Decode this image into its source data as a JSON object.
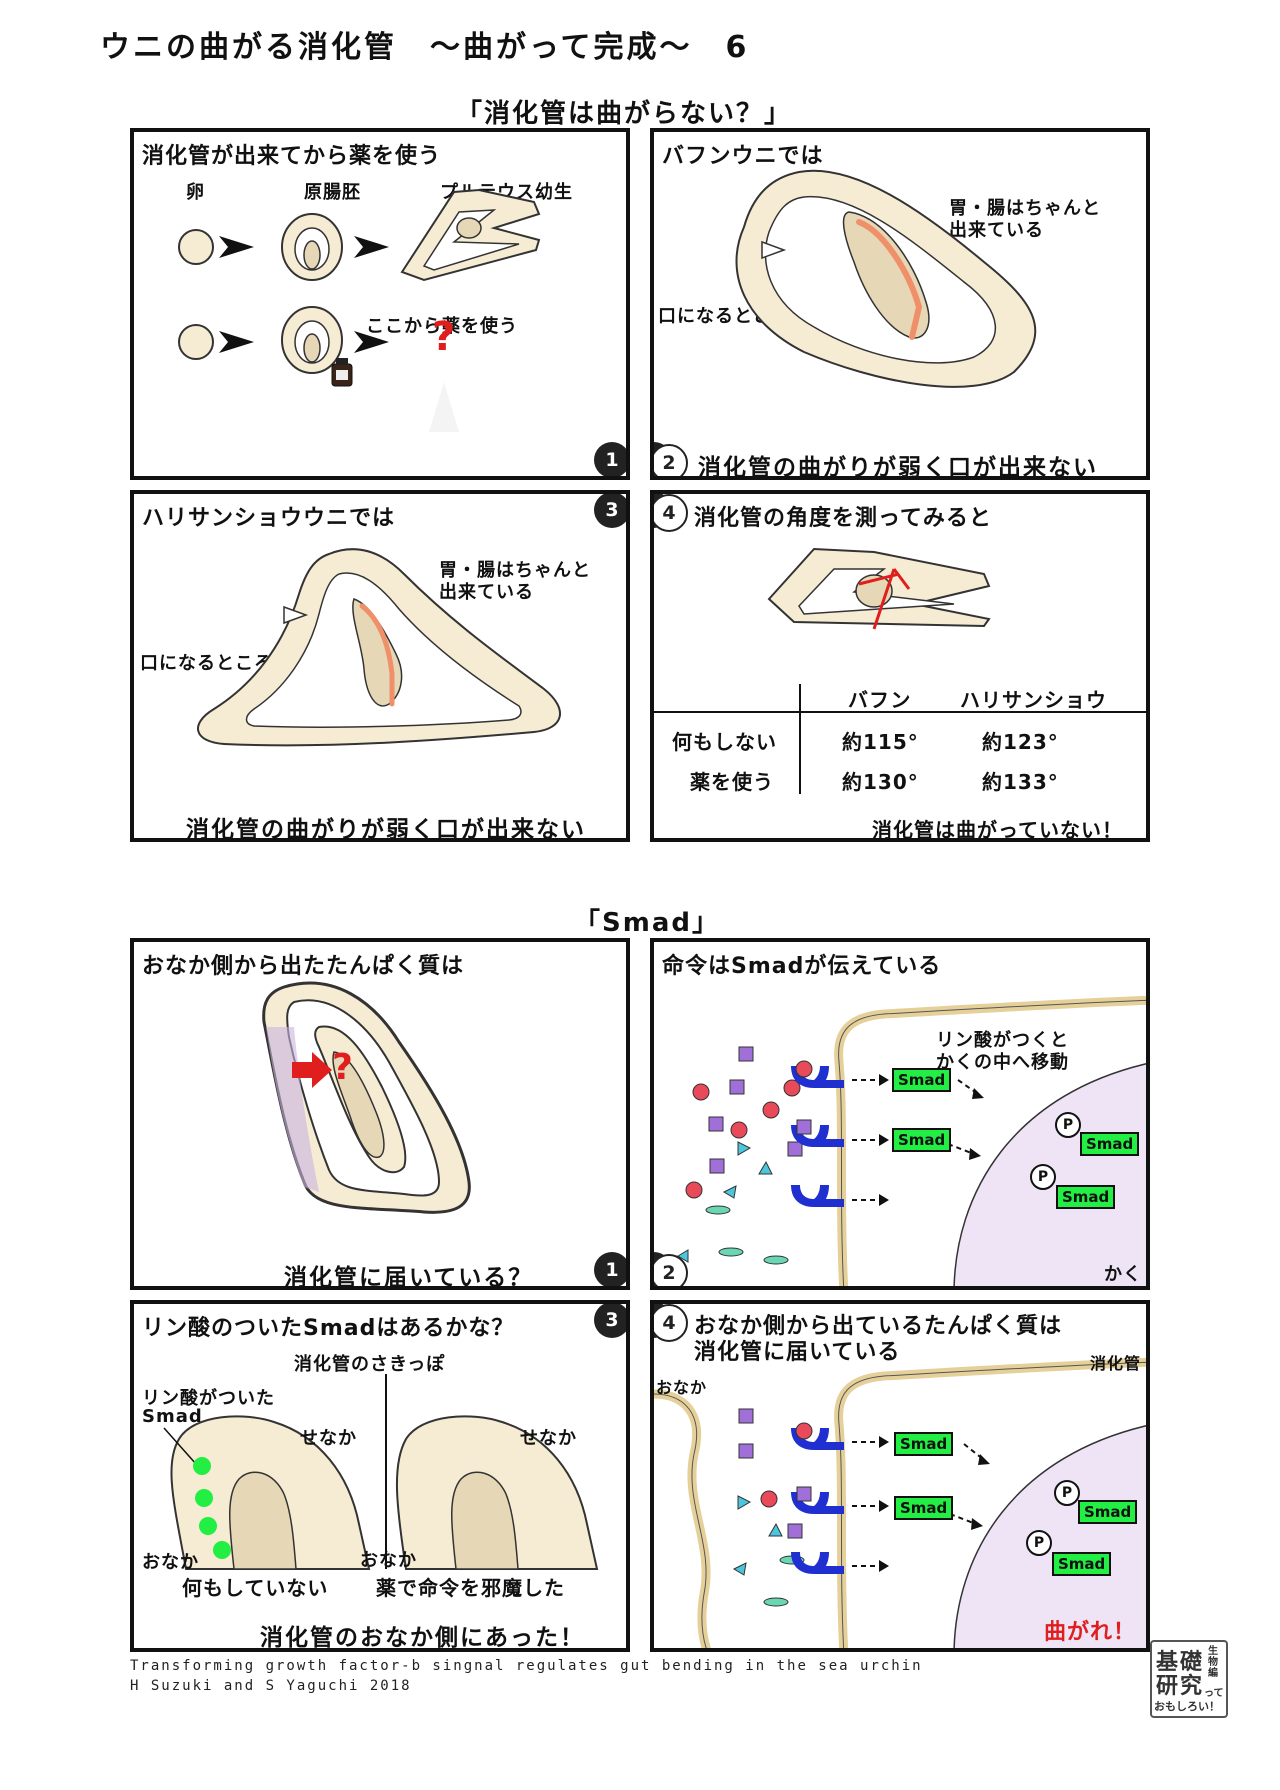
{
  "page_title": "ウニの曲がる消化管　〜曲がって完成〜　6",
  "section1": {
    "heading": "「消化管は曲がらない？」",
    "panel1": {
      "title": "消化管が出来てから薬を使う",
      "egg_label": "卵",
      "gastrula_label": "原腸胚",
      "pluteus_label": "プルテウス幼生",
      "drug_note": "ここから薬を使う",
      "question": "?",
      "number": "1"
    },
    "panel2": {
      "title": "バフンウニでは",
      "gut_note_line1": "胃・腸はちゃんと",
      "gut_note_line2": "出来ている",
      "mouth_label": "口になるところ",
      "caption": "消化管の曲がりが弱く口が出来ない",
      "number": "2"
    },
    "panel3": {
      "title": "ハリサンショウウニでは",
      "gut_note_line1": "胃・腸はちゃんと",
      "gut_note_line2": "出来ている",
      "mouth_label": "口になるところ",
      "caption": "消化管の曲がりが弱く口が出来ない",
      "number": "3"
    },
    "panel4": {
      "title": "消化管の角度を測ってみると",
      "table": {
        "columns": [
          "バフン",
          "ハリサンショウ"
        ],
        "rows": [
          {
            "label": "何もしない",
            "values": [
              "約115°",
              "約123°"
            ]
          },
          {
            "label": "薬を使う",
            "values": [
              "約130°",
              "約133°"
            ]
          }
        ]
      },
      "caption": "消化管は曲がっていない！",
      "number": "4"
    }
  },
  "section2": {
    "heading": "「Smad」",
    "panel1": {
      "title": "おなか側から出たたんぱく質は",
      "question": "?",
      "caption": "消化管に届いている？",
      "number": "1"
    },
    "panel2": {
      "title": "命令はSmadが伝えている",
      "note_line1": "リン酸がつくと",
      "note_line2": "かくの中へ移動",
      "smad": "Smad",
      "p": "P",
      "nucleus_label": "かく",
      "number": "2"
    },
    "panel3": {
      "title": "リン酸のついたSmadはあるかな？",
      "subtitle": "消化管のさきっぽ",
      "label_line1": "リン酸がついた",
      "label_line2": "Smad",
      "dorsal": "せなか",
      "ventral": "おなか",
      "left_caption": "何もしていない",
      "right_caption": "薬で命令を邪魔した",
      "caption": "消化管のおなか側にあった！",
      "number": "3"
    },
    "panel4": {
      "title_line1": "おなか側から出ているたんぱく質は",
      "title_line2": "消化管に届いている",
      "belly_label": "おなか",
      "gut_label": "消化管",
      "smad": "Smad",
      "p": "P",
      "bend": "曲がれ！",
      "number": "4"
    }
  },
  "credit_line1": "Transforming growth factor-b singnal regulates gut bending in the sea urchin",
  "credit_line2": "H Suzuki and S Yaguchi 2018",
  "logo": {
    "char1": "基",
    "char2": "礎",
    "char3": "研",
    "char4": "究",
    "side": "生物編",
    "small": "って",
    "bottom": "おもしろい！"
  },
  "colors": {
    "cream": "#f6ecd4",
    "cream_dark": "#e6d8b6",
    "gut_orange": "#f0906a",
    "red": "#e01e1e",
    "receptor_blue": "#1f2fd0",
    "smad_green": "#22ee44",
    "nucleus_lavender": "#eee4f6",
    "purple_square": "#a070d8",
    "pink_circle": "#e84a5a",
    "cyan_triangle": "#4cc6dc",
    "teal_ellipse": "#6ad6b4"
  }
}
